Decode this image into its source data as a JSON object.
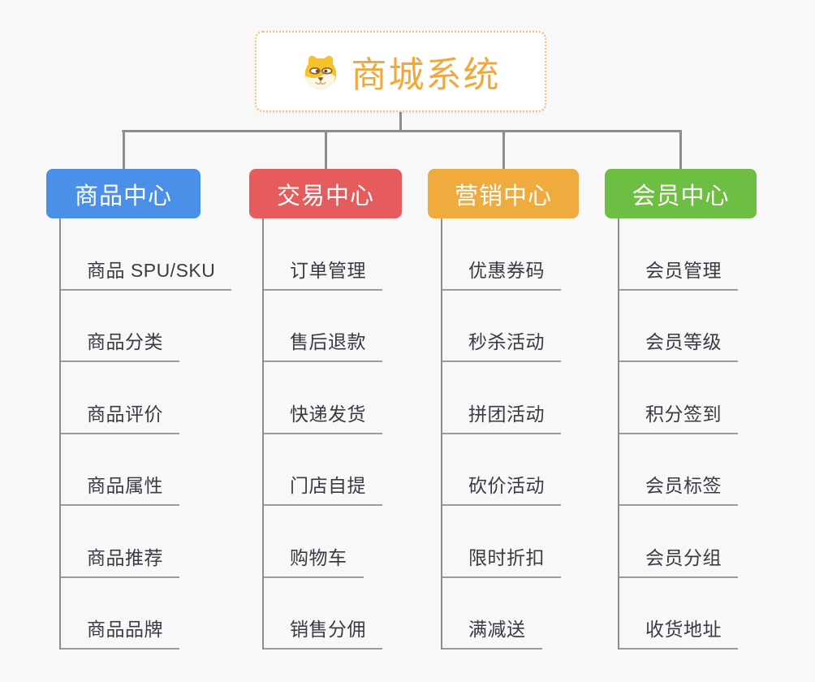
{
  "root": {
    "label": "商城系统",
    "icon": "doge-icon",
    "text_color": "#F0A83C",
    "border_color": "#F3BE6E"
  },
  "branches": [
    {
      "label": "商品中心",
      "color": "#4A90E8",
      "children": [
        "商品 SPU/SKU",
        "商品分类",
        "商品评价",
        "商品属性",
        "商品推荐",
        "商品品牌"
      ]
    },
    {
      "label": "交易中心",
      "color": "#E65C5C",
      "children": [
        "订单管理",
        "售后退款",
        "快递发货",
        "门店自提",
        "购物车",
        "销售分佣"
      ]
    },
    {
      "label": "营销中心",
      "color": "#EFAB3D",
      "children": [
        "优惠券码",
        "秒杀活动",
        "拼团活动",
        "砍价活动",
        "限时折扣",
        "满减送"
      ]
    },
    {
      "label": "会员中心",
      "color": "#6DBE43",
      "children": [
        "会员管理",
        "会员等级",
        "积分签到",
        "会员标签",
        "会员分组",
        "收货地址"
      ]
    }
  ],
  "connector_color": "#8D8D8D",
  "leaf_line_color": "#9B9B9B",
  "background_color": "#F8F8F8"
}
